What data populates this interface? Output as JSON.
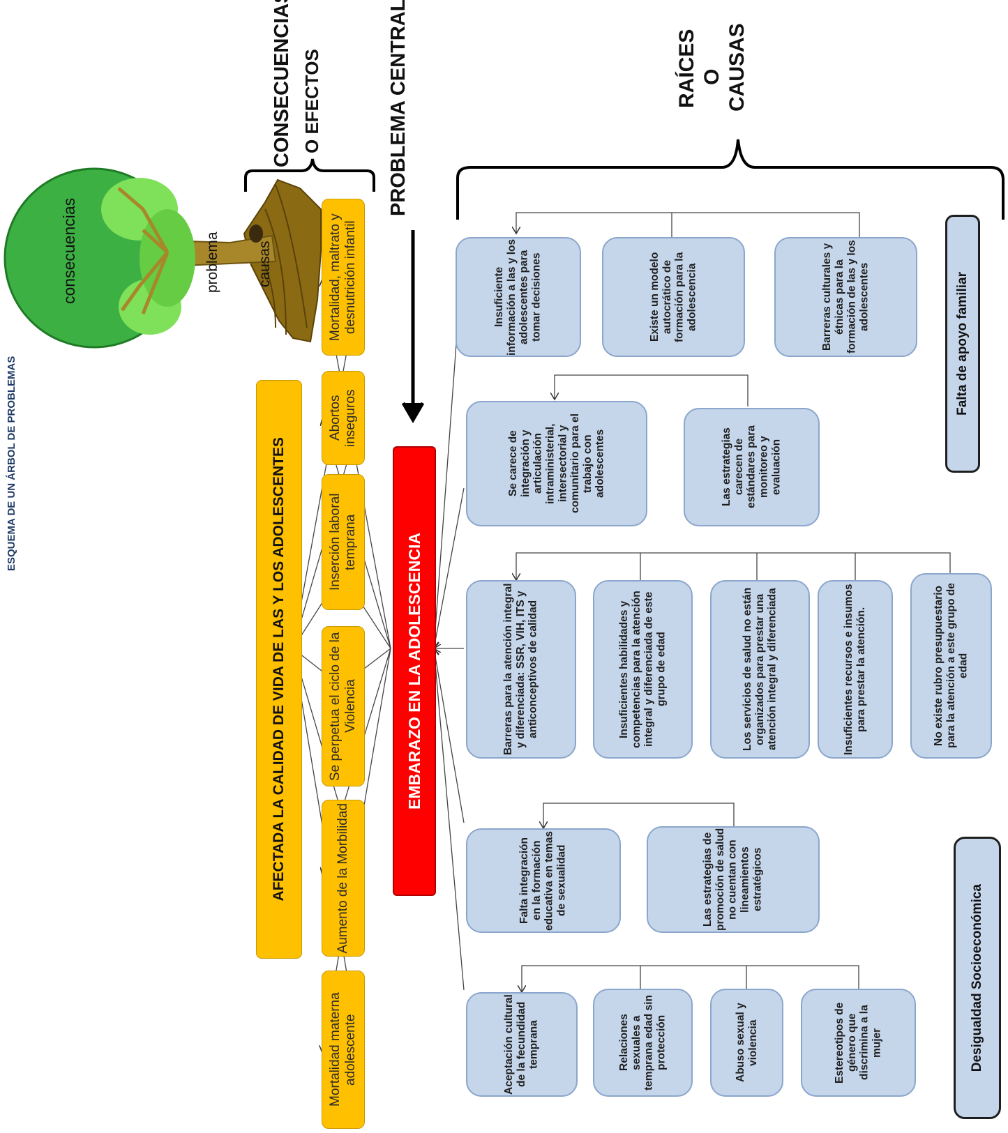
{
  "title": "ESQUEMA DE UN ÁRBOL DE PROBLEMAS",
  "tree": {
    "top_label": "consecuencias",
    "middle_label": "problema",
    "bottom_label": "causas"
  },
  "headings": {
    "effects_line1": "CONSECUENCIAS",
    "effects_line2": "O EFECTOS",
    "central": "PROBLEMA CENTRAL",
    "roots_line1": "RAÍCES",
    "roots_line2": "O",
    "roots_line3": "CAUSAS"
  },
  "main_effect": "AFECTADA LA CALIDAD DE VIDA DE LAS Y LOS ADOLESCENTES",
  "effects": [
    "Mortalidad, maltrato y desnutrición infantil",
    "Abortos inseguros",
    "Inserción laboral temprana",
    "Se perpetua el ciclo de la Violencia",
    "Aumento de la Morbilidad",
    "Mortalidad materna adolescente"
  ],
  "central_problem": "EMBARAZO EN LA ADOLESCENCIA",
  "causes": [
    "Insuficiente información a las y los adolescentes para tomar decisiones",
    "Existe un modelo autocrático de formación para la adolescencia",
    "Barreras culturales y étnicas para la formación de las y los adolescentes",
    "Se carece de integración y articulación intraministerial, intersectorial y comunitario para el trabajo con adolescentes",
    "Las estrategias carecen de estándares para monitoreo y evaluación",
    "Barreras para la atención integral y diferenciada: SSR, VIH, ITS y anticonceptivos de calidad",
    "Insuficientes habilidades y competencias para la atención integral y diferenciada de este grupo de edad",
    "Los servicios de salud no están organizados para prestar una atención integral y diferenciada",
    "Insuficientes recursos e insumos para prestar la atención.",
    "No existe rubro presupuestario para la atención a este grupo de edad",
    "Falta integración en la formación educativa en temas de sexualidad",
    "Las estrategias de promoción de salud no cuentan con lineamientos estratégicos",
    "Aceptación cultural de la fecundidad temprana",
    "Relaciones sexuales a temprana edad sin protección",
    "Abuso sexual y violencia",
    "Estereotipos de género que discrimina a la mujer"
  ],
  "root_causes": [
    "Falta de apoyo familiar",
    "Desigualdad Socioeconómica"
  ],
  "colors": {
    "effect": "#ffc000",
    "central": "#ff0000",
    "cause": "#c5d5ea",
    "tree_leaves": "#3cb043",
    "trunk": "#8b6a14"
  }
}
